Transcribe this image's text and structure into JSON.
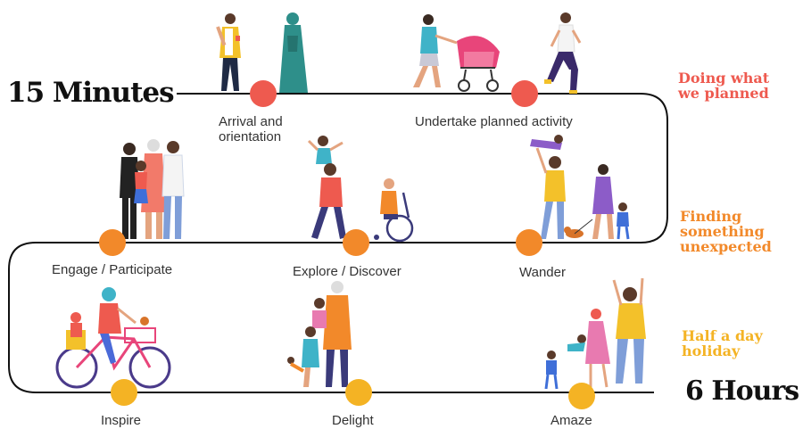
{
  "start_label": "15 Minutes",
  "end_label": "6 Hours",
  "colors": {
    "row1": "#ee5a4f",
    "row2": "#f2892a",
    "row3": "#f4b324",
    "path": "#111111",
    "text": "#333333"
  },
  "categories": {
    "planned": {
      "line1": "Doing what",
      "line2": "we planned"
    },
    "unexpected": {
      "line1": "Finding",
      "line2": "something",
      "line3": "unexpected"
    },
    "holiday": {
      "line1": "Half a day",
      "line2": "holiday"
    }
  },
  "steps": {
    "arrival": {
      "line1": "Arrival and",
      "line2": "orientation"
    },
    "undertake": "Undertake planned activity",
    "engage": "Engage / Participate",
    "explore": "Explore / Discover",
    "wander": "Wander",
    "inspire": "Inspire",
    "delight": "Delight",
    "amaze": "Amaze"
  },
  "illustrations": [
    "women-walking-illustration",
    "mother-with-stroller-illustration",
    "jogger-illustration",
    "family-group-illustration",
    "man-with-child-and-wheelchair-user-illustration",
    "family-with-dog-illustration",
    "family-on-bicycle-illustration",
    "family-hug-illustration",
    "family-dancing-illustration"
  ]
}
